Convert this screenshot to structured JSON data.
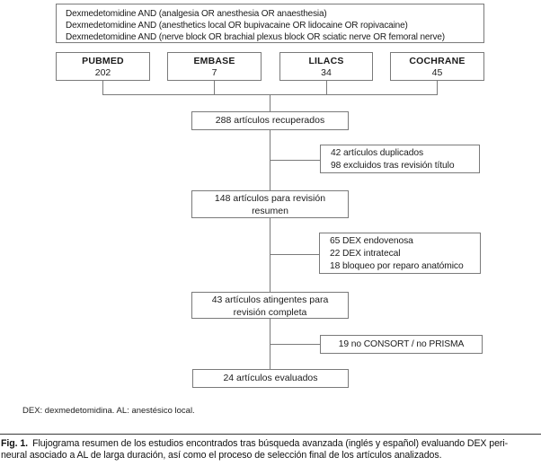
{
  "query_box": {
    "lines": [
      "Dexmedetomidine AND (analgesia OR anesthesia OR anaesthesia)",
      "Dexmedetomidine AND (anesthetics local OR bupivacaine OR lidocaine OR ropivacaine)",
      "Dexmedetomidine AND (nerve block OR brachial plexus block OR sciatic nerve OR femoral nerve)"
    ]
  },
  "databases": [
    {
      "name": "PUBMED",
      "count": "202"
    },
    {
      "name": "EMBASE",
      "count": "7"
    },
    {
      "name": "LILACS",
      "count": "34"
    },
    {
      "name": "COCHRANE",
      "count": "45"
    }
  ],
  "flow_boxes": {
    "retrieved": {
      "lines": [
        "288 artículos recuperados"
      ]
    },
    "abstract_review": {
      "lines": [
        "148 artículos para revisión",
        "resumen"
      ]
    },
    "full_review": {
      "lines": [
        "43 artículos atingentes para",
        "revisión completa"
      ]
    },
    "evaluated": {
      "lines": [
        "24 artículos evaluados"
      ]
    }
  },
  "exclusion_boxes": {
    "duplicates_title": {
      "lines": [
        "42 artículos duplicados",
        "98 excluidos tras revisión título"
      ]
    },
    "dex_route": {
      "lines": [
        "65 DEX endovenosa",
        "22 DEX intratecal",
        "18 bloqueo por reparo anatómico"
      ]
    },
    "reporting": {
      "lines": [
        "19 no CONSORT / no PRISMA"
      ]
    }
  },
  "footnote": "DEX: dexmedetomidina. AL: anestésico local.",
  "caption": {
    "label": "Fig. 1.",
    "line1": "Flujograma resumen de los estudios encontrados tras búsqueda avanzada (inglés y español) evaluando DEX peri-",
    "line2": "neural asociado a AL de larga duración, así como el proceso de selección final de los artículos analizados."
  },
  "colors": {
    "border": "#7a7a7a",
    "connector_line": "#7a7a7a",
    "text": "#1b1b1b",
    "divider": "#3a3a3a",
    "background": "#ffffff"
  }
}
